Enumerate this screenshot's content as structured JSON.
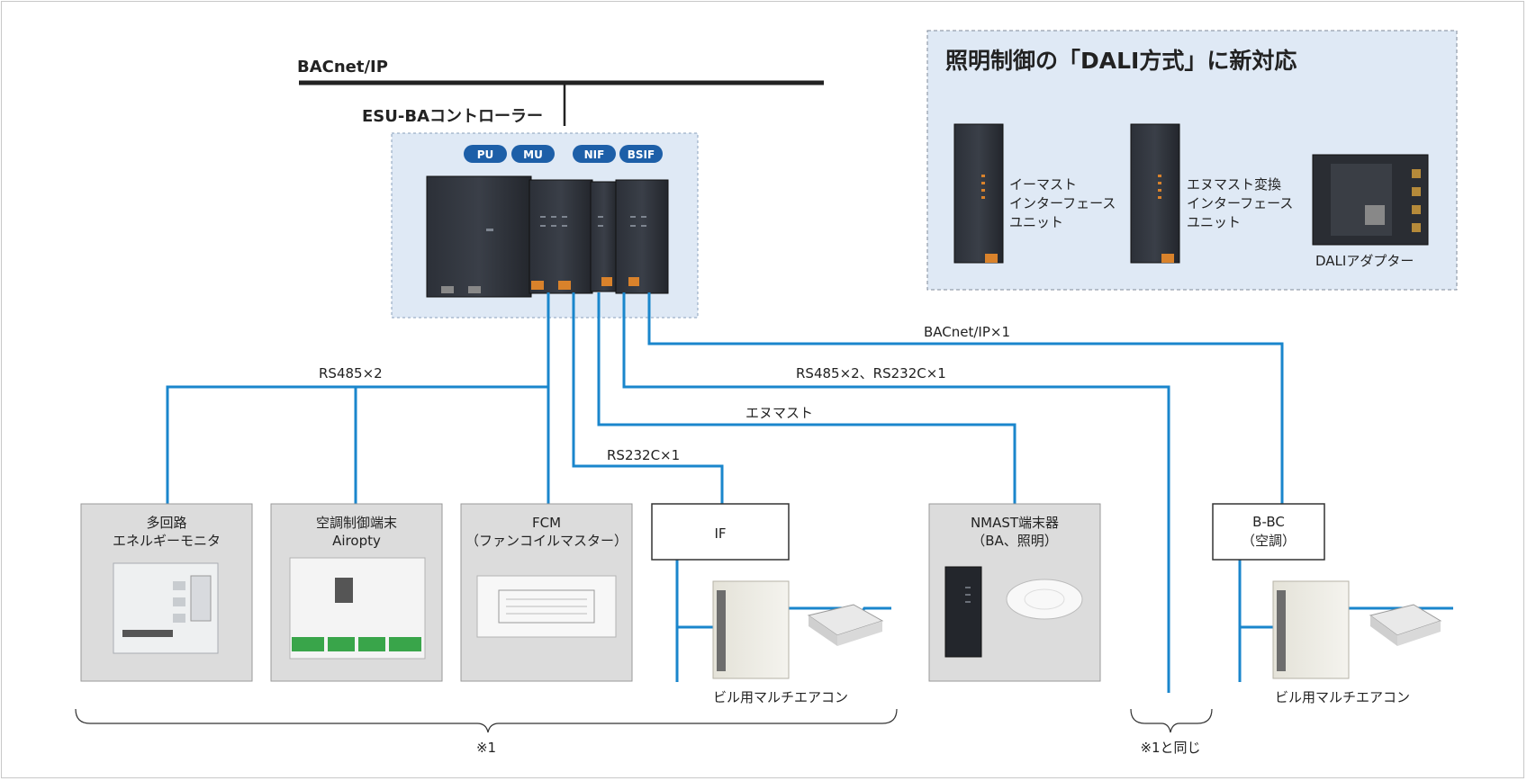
{
  "bus_label": "BACnet/IP",
  "controller": {
    "title": "ESU-BAコントローラー",
    "modules": [
      "PU",
      "MU",
      "NIF",
      "BSIF"
    ]
  },
  "dali": {
    "title": "照明制御の「DALI方式」に新対応",
    "units": [
      {
        "lines": [
          "イーマスト",
          "インターフェース",
          "ユニット"
        ]
      },
      {
        "lines": [
          "エヌマスト変換",
          "インターフェース",
          "ユニット"
        ]
      },
      {
        "lines": [
          "DALIアダプター"
        ]
      }
    ]
  },
  "links": {
    "rs485": "RS485×2",
    "bacnet_ip": "BACnet/IP×1",
    "rs485_rs232": "RS485×2、RS232C×1",
    "enmast": "エヌマスト",
    "rs232": "RS232C×1"
  },
  "devices": {
    "energy_monitor": [
      "多回路",
      "エネルギーモニタ"
    ],
    "airopty": [
      "空調制御端末",
      "Airopty"
    ],
    "fcm": [
      "FCM",
      "（ファンコイルマスター）"
    ],
    "if": "IF",
    "nmast": [
      "NMAST端末器",
      "（BA、照明）"
    ],
    "bbc": [
      "B-BC",
      "（空調）"
    ]
  },
  "aircon_label_1": "ビル用マルチエアコン",
  "aircon_label_2": "ビル用マルチエアコン",
  "note_1": "※1",
  "note_same": "※1と同じ",
  "colors": {
    "wire": "#1a86cc",
    "bus": "#222222",
    "badge": "#1d5fa8",
    "panel": "#dfe9f5",
    "device_box": "#dcdcdc"
  }
}
